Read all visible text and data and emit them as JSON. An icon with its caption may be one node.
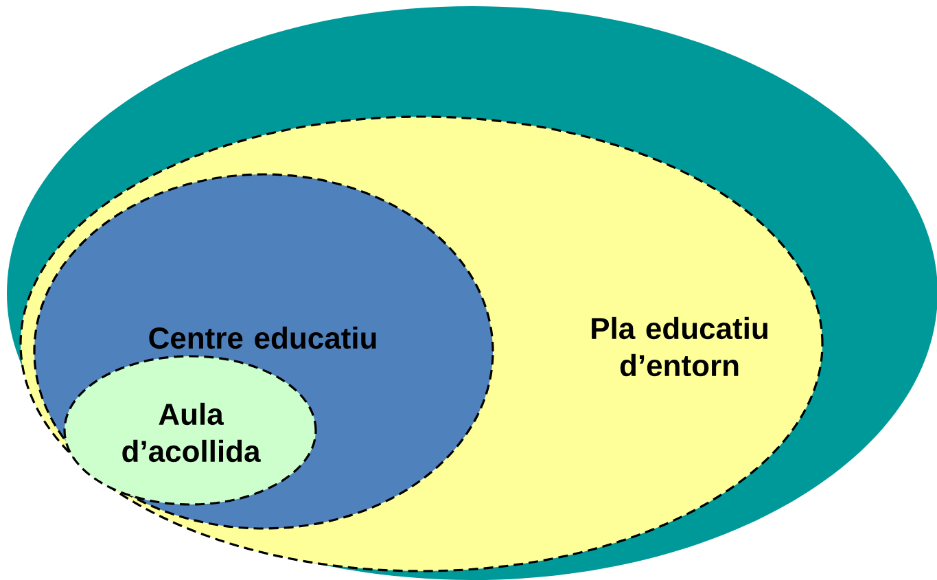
{
  "diagram": {
    "nodes": [
      {
        "text": [],
        "shape": "ellipse"
      },
      {
        "text": [
          "Pla educatiu d’entorn"
        ],
        "in": 0
      },
      {
        "text": [
          "Centre educatiu"
        ],
        "in": 1
      },
      {
        "text": [
          "Aula d’acollida"
        ],
        "in": 2
      }
    ]
  }
}
